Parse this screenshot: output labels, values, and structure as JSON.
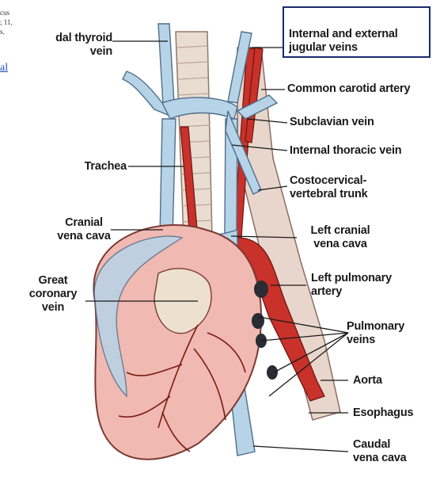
{
  "snippet": {
    "lines": "cus\n; 11,\ns.",
    "link": "al"
  },
  "labels": {
    "thyroid": "dal thyroid\nvein",
    "jugular": "Internal and external\njugular veins",
    "carotid": "Common carotid artery",
    "subclavian": "Subclavian vein",
    "thoracic": "Internal thoracic vein",
    "trachea": "Trachea",
    "costo": "Costocervical-\nvertebral trunk",
    "cranial_cava": "Cranial\nvena cava",
    "left_cranial": "Left cranial\nvena cava",
    "coronary": "Great\ncoronary\nvein",
    "pulm_artery": "Left pulmonary\nartery",
    "pulm_veins": "Pulmonary\nveins",
    "aorta": "Aorta",
    "esophagus": "Esophagus",
    "caudal_cava": "Caudal\nvena cava"
  },
  "colors": {
    "vein": "#b7d3e8",
    "artery": "#c8322a",
    "heart": "#f0b9b2",
    "trachea": "#e9ddd2",
    "box_border": "#1b2a6b"
  }
}
